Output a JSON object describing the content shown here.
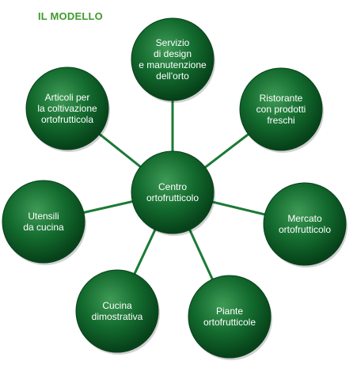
{
  "title": "IL MODELLO",
  "colors": {
    "title": "#3f9a2c",
    "node_fill_light": "#3f9a56",
    "node_fill": "#136b2e",
    "node_fill_dark": "#07421a",
    "connector": "#1b7a36"
  },
  "center": {
    "id": "center",
    "lines": [
      "Centro",
      "ortofrutticolo"
    ]
  },
  "nodes": [
    {
      "id": "servizio",
      "lines": [
        "Servizio",
        "di design",
        "e manutenzione",
        "dell'orto"
      ]
    },
    {
      "id": "ristorante",
      "lines": [
        "Ristorante",
        "con prodotti",
        "freschi"
      ]
    },
    {
      "id": "mercato",
      "lines": [
        "Mercato",
        "ortofrutticolo"
      ]
    },
    {
      "id": "piante",
      "lines": [
        "Piante",
        "ortofrutticole"
      ]
    },
    {
      "id": "cucina",
      "lines": [
        "Cucina",
        "dimostrativa"
      ]
    },
    {
      "id": "utensili",
      "lines": [
        "Utensili",
        "da cucina"
      ]
    },
    {
      "id": "articoli",
      "lines": [
        "Articoli per",
        "la coltivazione",
        "ortofrutticola"
      ]
    }
  ]
}
